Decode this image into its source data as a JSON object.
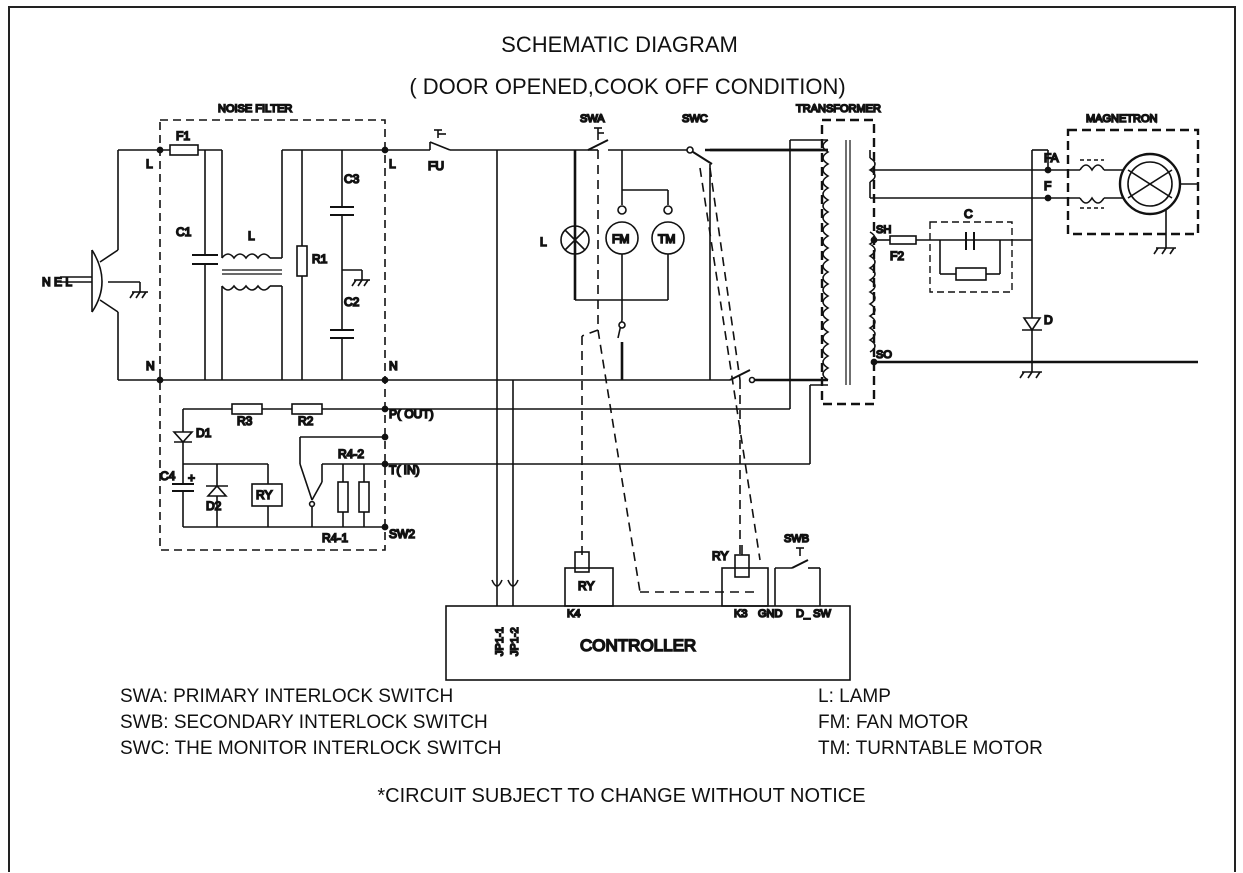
{
  "title": "SCHEMATIC DIAGRAM",
  "subtitle": "( DOOR OPENED,COOK OFF CONDITION)",
  "blocks": {
    "noise_filter": "NOISE FILTER",
    "transformer": "TRANSFORMER",
    "magnetron": "MAGNETRON",
    "controller": "CONTROLLER"
  },
  "components": {
    "F1": "F1",
    "C1": "C1",
    "L_choke": "L",
    "R1": "R1",
    "C3": "C3",
    "C2": "C2",
    "L_in": "L",
    "N_in": "N",
    "L_out": "L",
    "N_out": "N",
    "NEL": "N E L",
    "FU": "FU",
    "SWA": "SWA",
    "SWC": "SWC",
    "SWB": "SWB",
    "lamp": "L",
    "FM": "FM",
    "TM": "TM",
    "C": "C",
    "F2": "F2",
    "D": "D",
    "FA": "FA",
    "F": "F",
    "SH": "SH",
    "SO": "SO",
    "R3": "R3",
    "R2": "R2",
    "D1": "D1",
    "C4": "C4",
    "C4_plus": "+",
    "D2": "D2",
    "RY_relay": "RY",
    "R4_2": "R4-2",
    "R4_1": "R4-1",
    "P_OUT": "P( OUT)",
    "T_IN": "T( IN)",
    "SW2": "SW2",
    "RY_K4": "RY",
    "RY_K3": "RY",
    "JP1_1": "JP1-1",
    "JP1_2": "JP1-2",
    "K4": "K4",
    "K3": "K3",
    "GND": "GND",
    "D_SW": "D_ SW"
  },
  "legend_left": [
    "SWA: PRIMARY INTERLOCK SWITCH",
    "SWB: SECONDARY INTERLOCK SWITCH",
    "SWC: THE MONITOR INTERLOCK SWITCH"
  ],
  "legend_right": [
    "L: LAMP",
    "FM: FAN MOTOR",
    "TM: TURNTABLE MOTOR"
  ],
  "notice": "*CIRCUIT SUBJECT TO CHANGE WITHOUT NOTICE"
}
